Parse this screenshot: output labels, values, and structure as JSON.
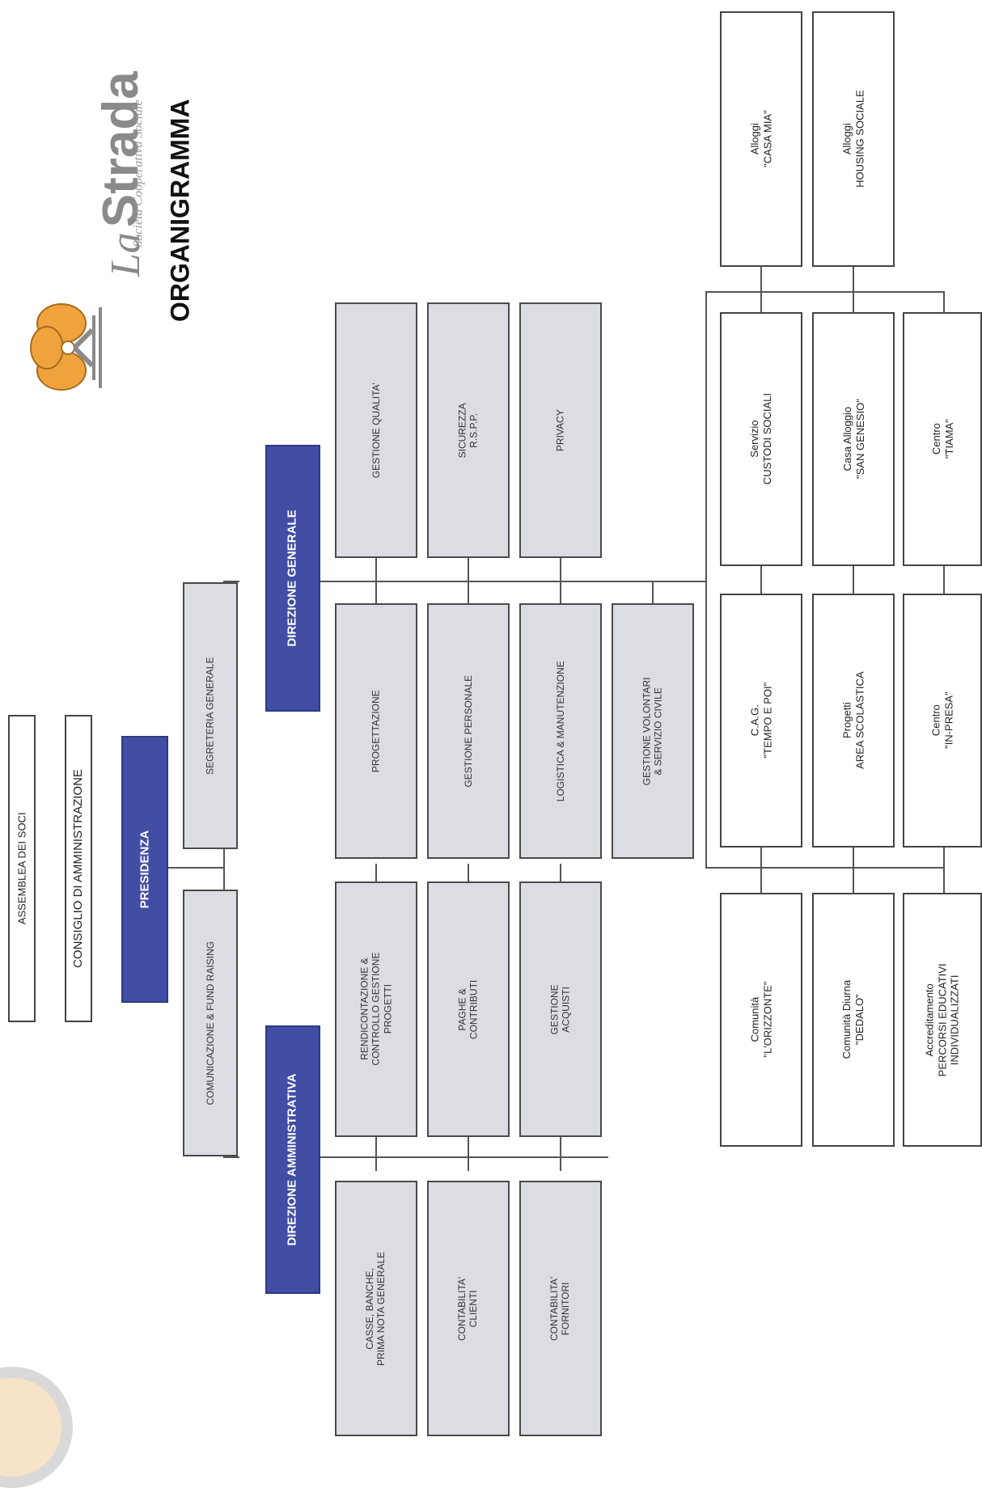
{
  "logo": {
    "brand_prefix": "La",
    "brand_name": "Strada",
    "brand_sub": "Società Cooperativa Sociale"
  },
  "title": "ORGANIGRAMMA",
  "nodes": {
    "assemblea": "ASSEMBLEA DEI SOCI",
    "consiglio": "CONSIGLIO DI AMMINISTRAZIONE",
    "presidenza": "PRESIDENZA",
    "comunicazione": "COMUNICAZIONE & FUND RAISING",
    "segreteria": "SEGRETERIA GENERALE",
    "dir_amministrativa": "DIREZIONE AMMINISTRATIVA",
    "dir_generale": "DIREZIONE GENERALE",
    "casse": "CASSE, BANCHE,\nPRIMA NOTA GENERALE",
    "contabilita_clienti": "CONTABILITA'\nCLIENTI",
    "contabilita_fornitori": "CONTABILITA'\nFORNITORI",
    "rendicontazione": "RENDICONTAZIONE &\nCONTROLLO GESTIONE\nPROGETTI",
    "paghe": "PAGHE &\nCONTRIBUTI",
    "gestione_acquisti": "GESTIONE\nACQUISTI",
    "progettazione": "PROGETTAZIONE",
    "gestione_personale": "GESTIONE PERSONALE",
    "logistica": "LOGISTICA & MANUTENZIONE",
    "volontari": "GESTIONE VOLONTARI\n& SERVIZIO CIVILE",
    "qualita": "GESTIONE QUALITA'",
    "sicurezza": "SICUREZZA\nR.S.P.P.",
    "privacy": "PRIVACY",
    "comunita_orizzonte": "Comunità\n\"L'ORIZZONTE\"",
    "comunita_dedalo": "Comunità Diurna\n\"DEDALO\"",
    "accreditamento": "Accreditamento\nPERCORSI EDUCATIVI\nINDIVIDUALIZZATI",
    "cag": "C.A.G.\n\"TEMPO E POI\"",
    "progetti_scolastica": "Progetti\nAREA SCOLASTICA",
    "centro_inpresa": "Centro\n\"IN-PRESA\"",
    "custodi_sociali": "Servizio\nCUSTODI SOCIALI",
    "san_genesio": "Casa Alloggio\n\"SAN GENESIO\"",
    "centro_tiama": "Centro\n\"TIAMA\"",
    "casa_mia": "Alloggi\n\"CASA MIA\"",
    "housing_sociale": "Alloggi\nHOUSING SOCIALE"
  },
  "colors": {
    "blue_box": "#414ea3",
    "gray_box": "#dcdde3",
    "logo_orange": "#f0a33c",
    "logo_gray": "#8a8a8a"
  }
}
